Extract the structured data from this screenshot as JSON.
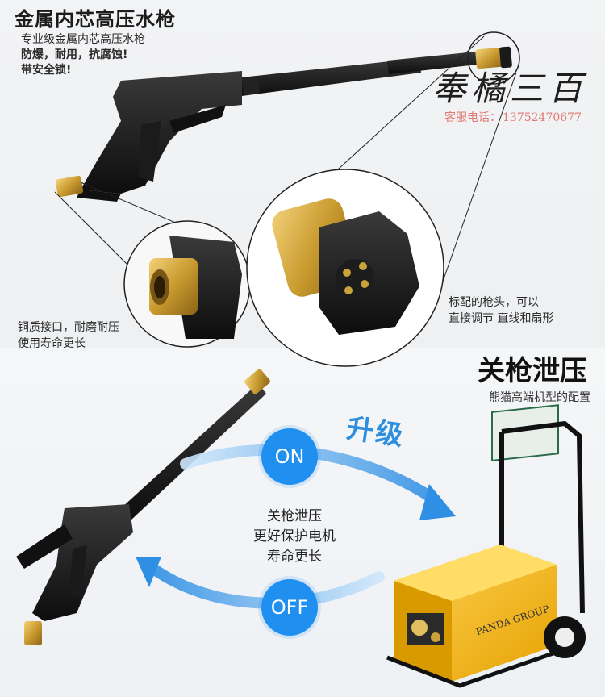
{
  "header": {
    "title": "金属内芯高压水枪",
    "lines": [
      "专业级金属内芯高压水枪",
      "防爆，耐用，抗腐蚀!",
      "带安全锁!"
    ]
  },
  "brand": {
    "name": "奉橘三百",
    "hotline_label": "客服电话：",
    "hotline_number": "13752470677"
  },
  "captions": {
    "left": [
      "铜质接口，耐磨耐压",
      "使用寿命更长"
    ],
    "right": [
      "标配的枪头，可以",
      "直接调节 直线和扇形"
    ]
  },
  "section2": {
    "title": "关枪泄压",
    "subtitle": "熊猫高端机型的配置"
  },
  "upgrade_label": "升级",
  "buttons": {
    "on": "ON",
    "off": "OFF"
  },
  "center_text": [
    "关枪泄压",
    "更好保护电机",
    "寿命更长"
  ],
  "machine": {
    "label": "PANDA GROUP"
  },
  "colors": {
    "accent_blue": "#1f8ff0",
    "brass": "#c99a2e",
    "machine_yellow": "#f2b400"
  }
}
